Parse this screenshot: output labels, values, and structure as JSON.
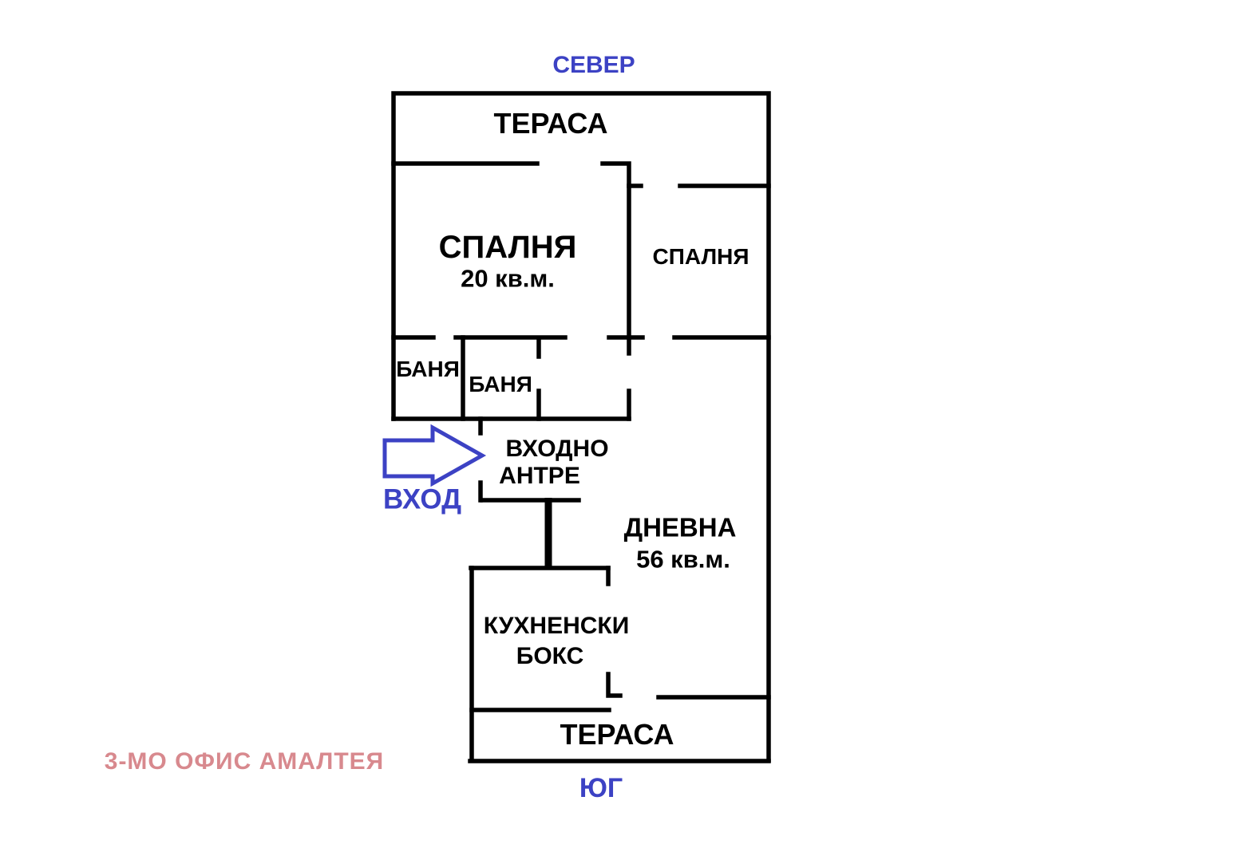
{
  "compass": {
    "north": "СЕВЕР",
    "south": "ЮГ"
  },
  "rooms": {
    "terrace_north": "ТЕРАСА",
    "bedroom_main": "СПАЛНЯ",
    "bedroom_main_area": "20 кв.м.",
    "bedroom_second": "СПАЛНЯ",
    "bathroom_1": "БАНЯ",
    "bathroom_2": "БАНЯ",
    "entry_hall_line1": "ВХОДНО",
    "entry_hall_line2": "АНТРЕ",
    "living_room": "ДНЕВНА",
    "living_room_area": "56 кв.м.",
    "kitchen_line1": "КУХНЕНСКИ",
    "kitchen_line2": "БОКС",
    "terrace_south": "ТЕРАСА"
  },
  "entrance": {
    "label": "ВХОД"
  },
  "watermark": "3-МО ОФИС АМАЛТЕЯ",
  "colors": {
    "walls": "#000000",
    "accent_blue": "#3c42c4",
    "watermark_pink": "#d8898e"
  }
}
